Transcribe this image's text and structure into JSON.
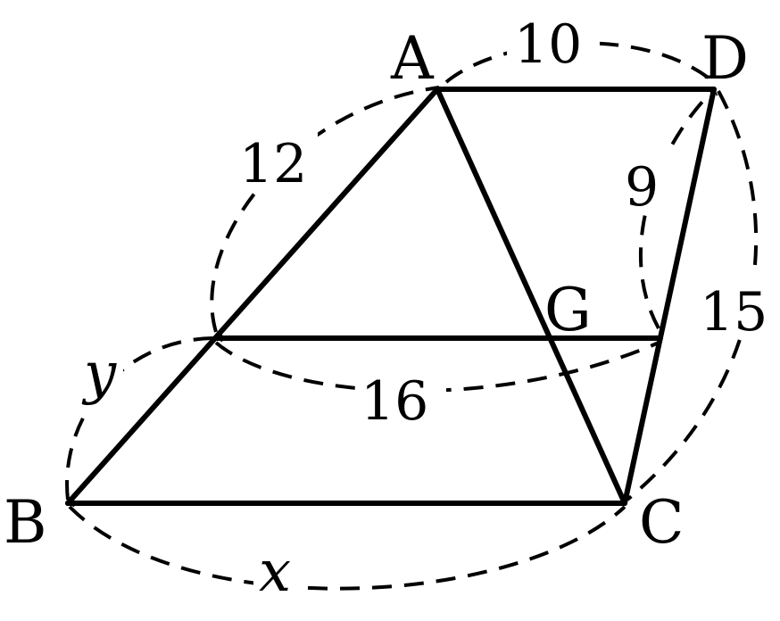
{
  "points": {
    "A": "A",
    "B": "B",
    "C": "C",
    "D": "D",
    "G": "G"
  },
  "measures": {
    "AD": "10",
    "AB_part": "12",
    "DG_part": "9",
    "DC": "15",
    "EG": "16",
    "BE": "y",
    "BC": "x"
  },
  "colors": {
    "stroke": "#000000",
    "background": "#ffffff"
  }
}
